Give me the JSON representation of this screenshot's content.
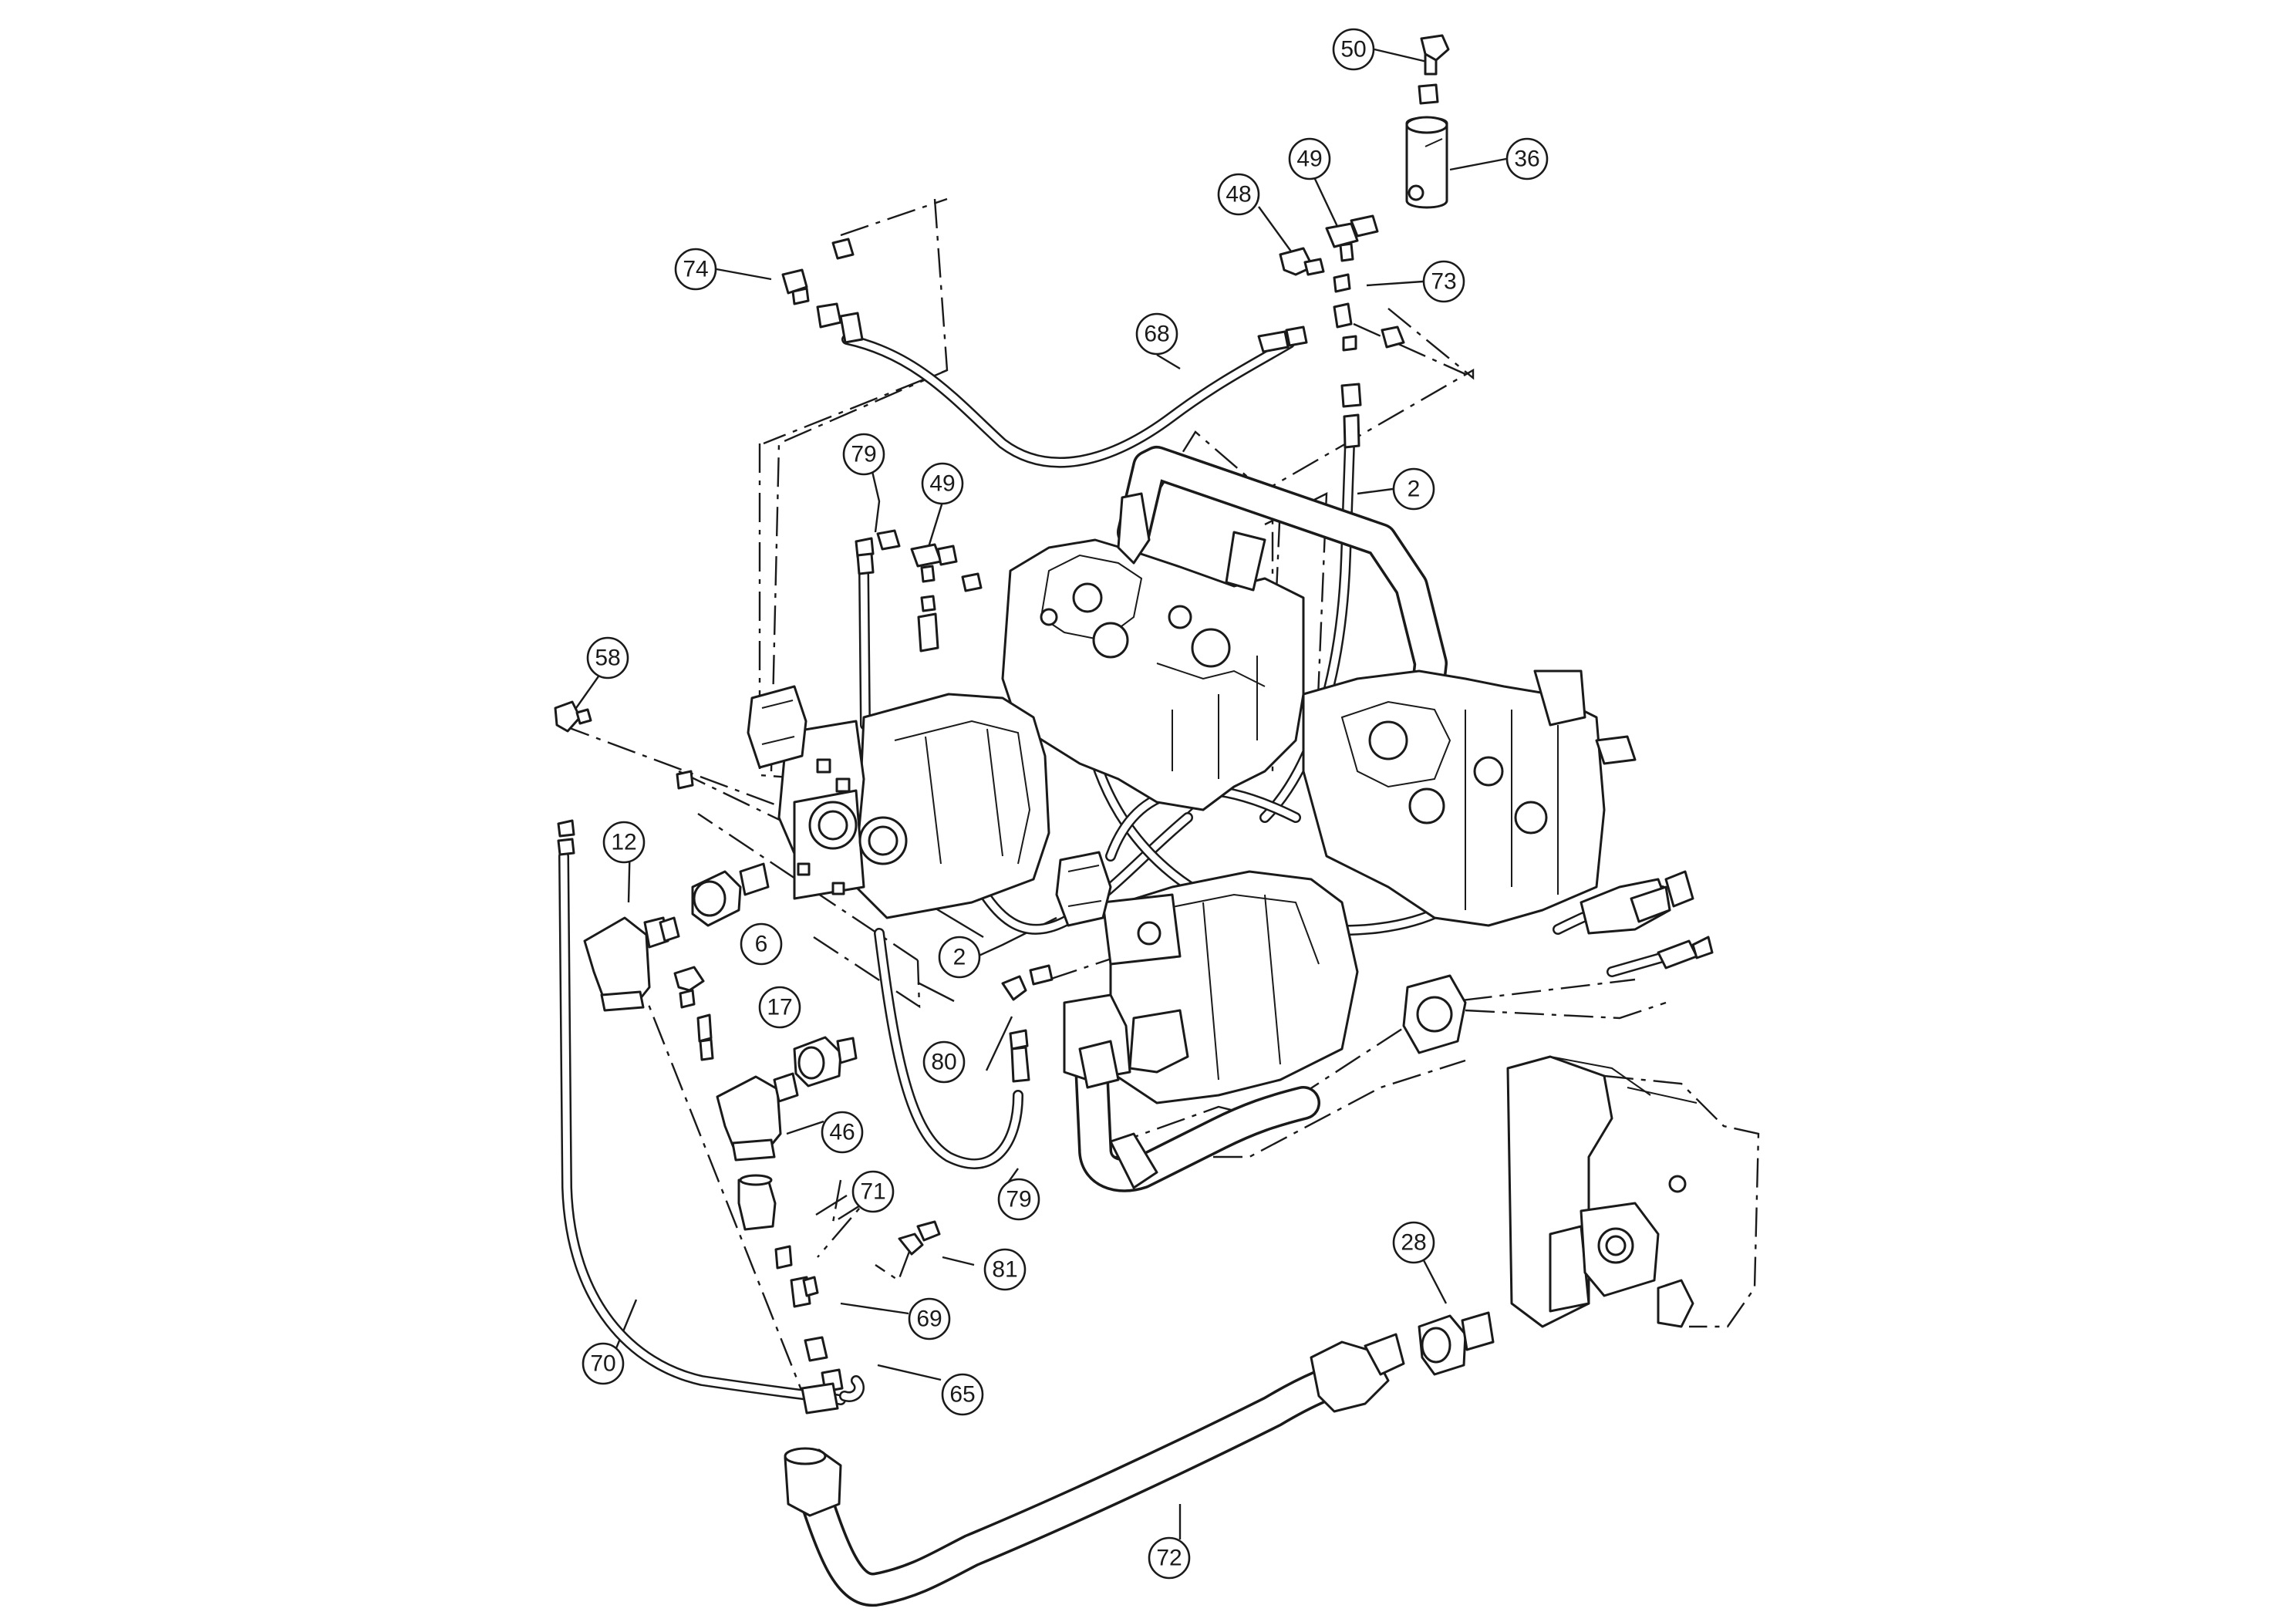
{
  "diagram": {
    "callouts": [
      {
        "id": "c50",
        "label": "50"
      },
      {
        "id": "c36",
        "label": "36"
      },
      {
        "id": "c49a",
        "label": "49"
      },
      {
        "id": "c48",
        "label": "48"
      },
      {
        "id": "c73",
        "label": "73"
      },
      {
        "id": "c74",
        "label": "74"
      },
      {
        "id": "c68",
        "label": "68"
      },
      {
        "id": "c2a",
        "label": "2"
      },
      {
        "id": "c79a",
        "label": "79"
      },
      {
        "id": "c49b",
        "label": "49"
      },
      {
        "id": "c58",
        "label": "58"
      },
      {
        "id": "c12",
        "label": "12"
      },
      {
        "id": "c6",
        "label": "6"
      },
      {
        "id": "c2b",
        "label": "2"
      },
      {
        "id": "c17",
        "label": "17"
      },
      {
        "id": "c80",
        "label": "80"
      },
      {
        "id": "c46",
        "label": "46"
      },
      {
        "id": "c79b",
        "label": "79"
      },
      {
        "id": "c71",
        "label": "71"
      },
      {
        "id": "c81",
        "label": "81"
      },
      {
        "id": "c28",
        "label": "28"
      },
      {
        "id": "c69",
        "label": "69"
      },
      {
        "id": "c70",
        "label": "70"
      },
      {
        "id": "c65",
        "label": "65"
      },
      {
        "id": "c72",
        "label": "72"
      }
    ]
  }
}
